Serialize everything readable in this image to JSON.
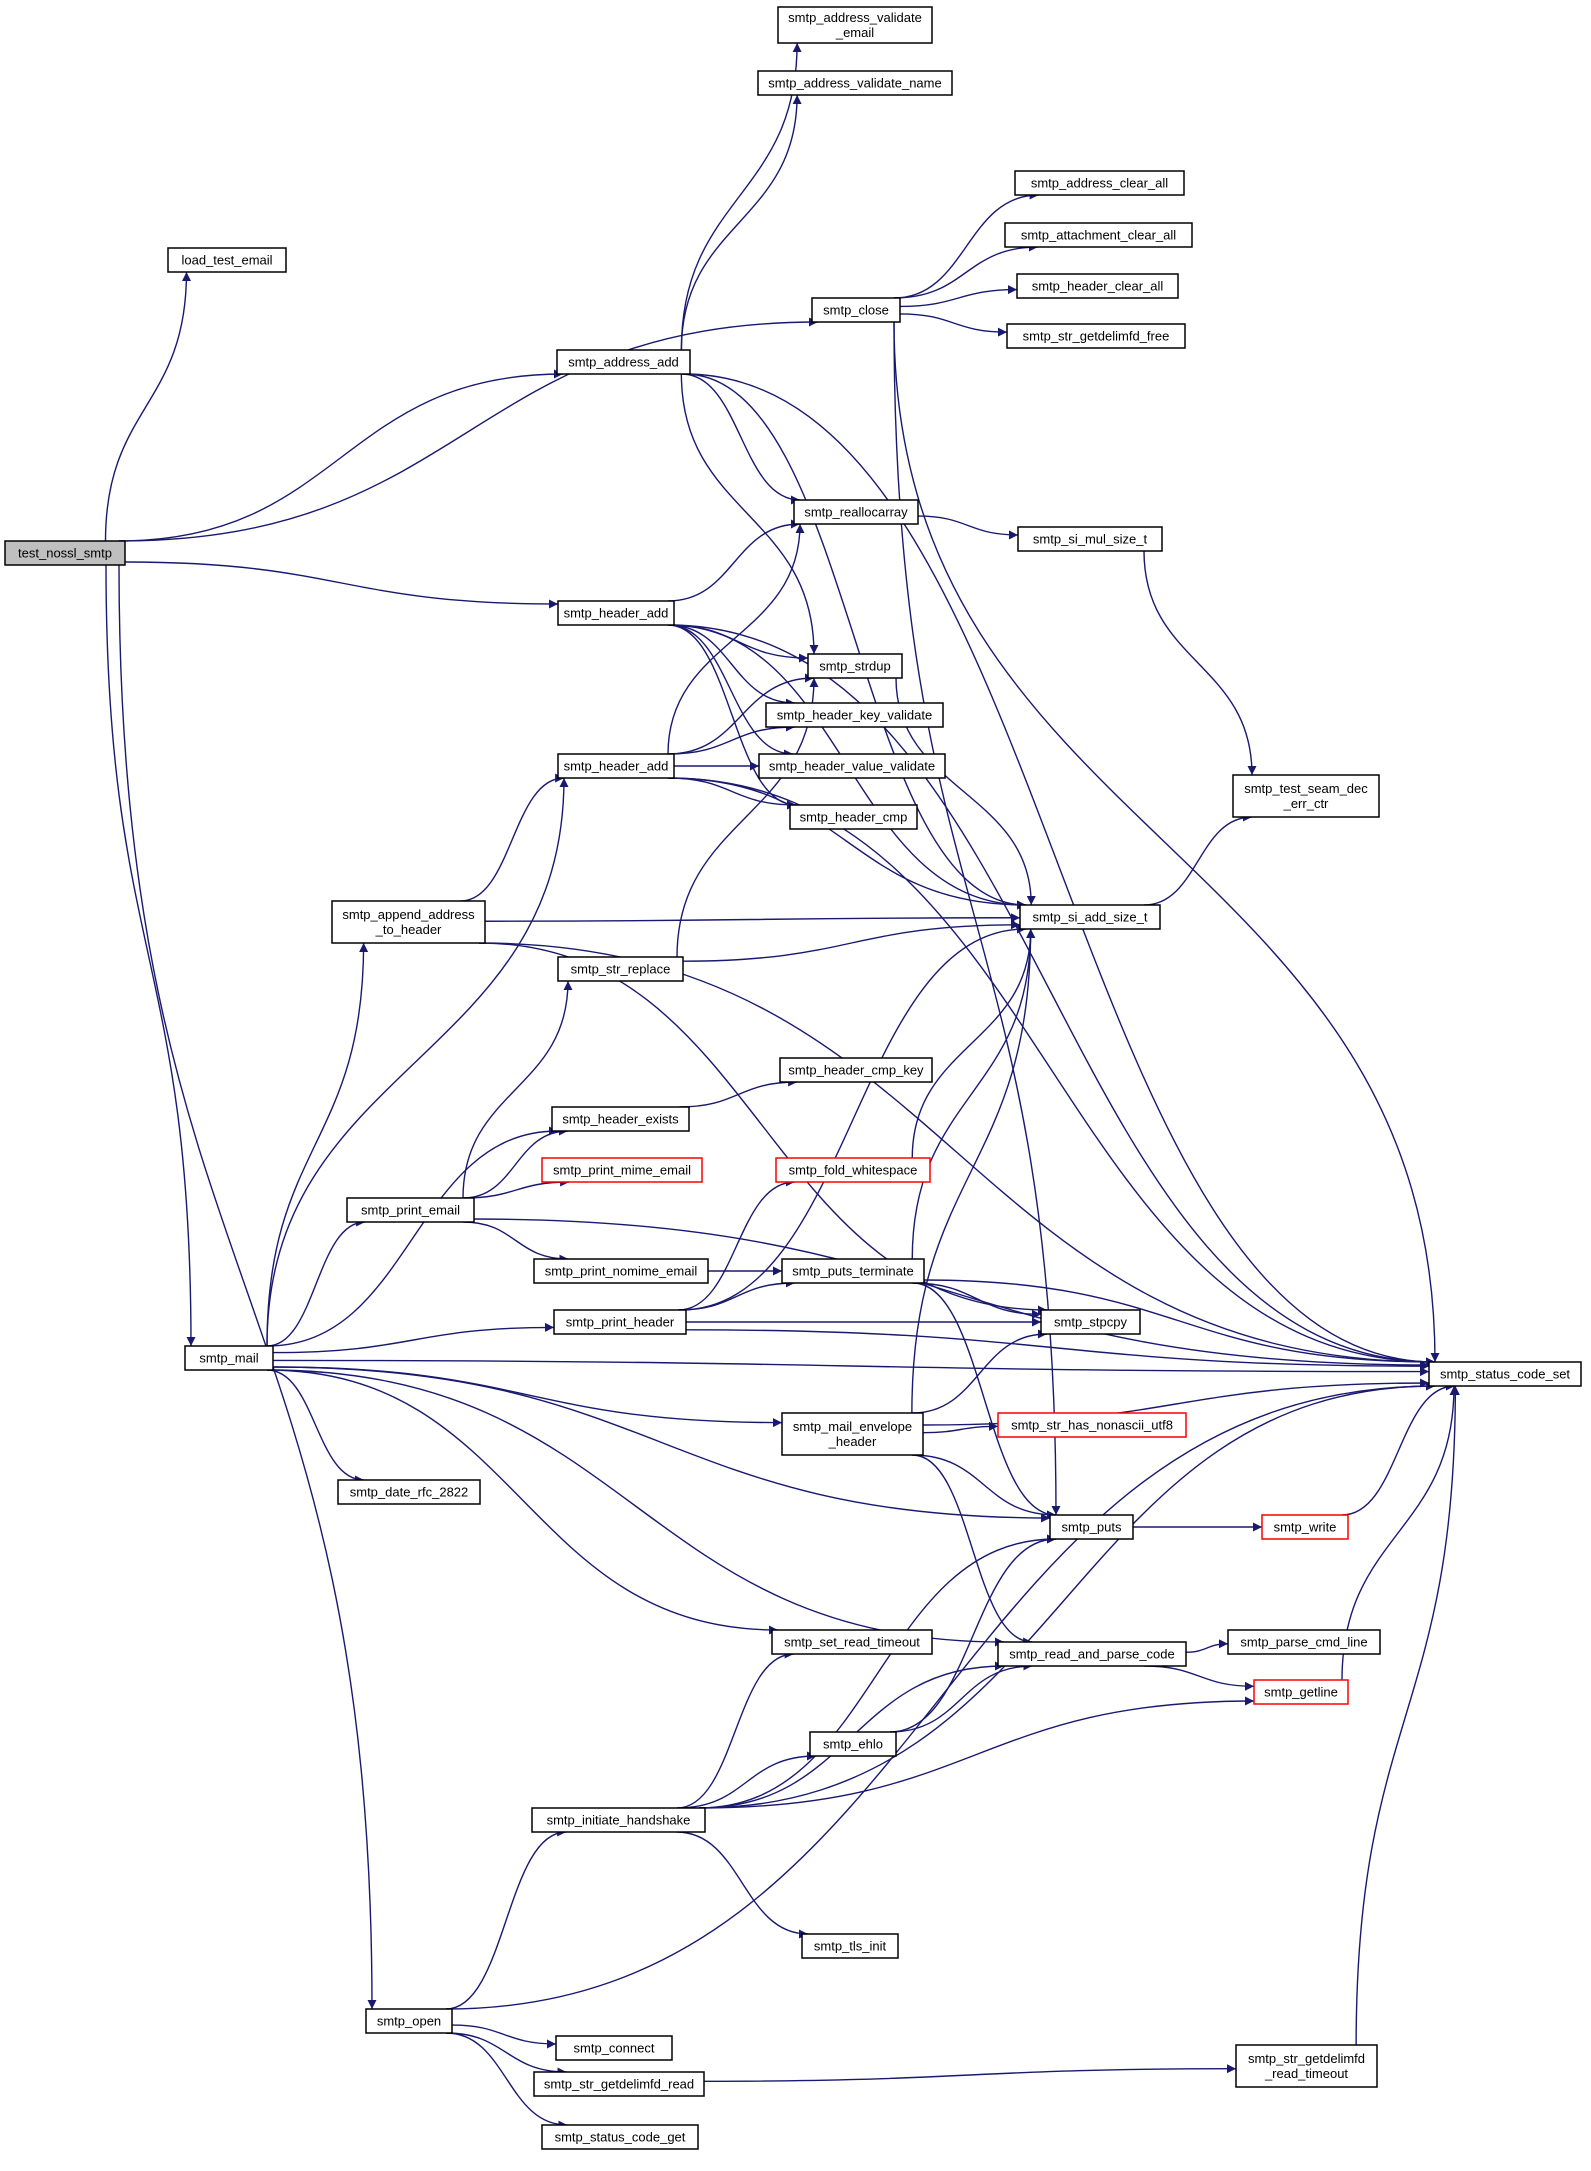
{
  "graph": {
    "edge_color": "#191970",
    "root_fill": "#bfbfbf",
    "truncated_border": "#ff0000",
    "nodes": [
      {
        "id": "test_nossl_smtp",
        "label": "test_nossl_smtp",
        "root": true
      },
      {
        "id": "load_test_email",
        "label": "load_test_email"
      },
      {
        "id": "smtp_address_validate_email",
        "label": "smtp_address_validate\n_email"
      },
      {
        "id": "smtp_address_validate_name",
        "label": "smtp_address_validate_name"
      },
      {
        "id": "smtp_address_clear_all",
        "label": "smtp_address_clear_all"
      },
      {
        "id": "smtp_attachment_clear_all",
        "label": "smtp_attachment_clear_all"
      },
      {
        "id": "smtp_header_clear_all",
        "label": "smtp_header_clear_all"
      },
      {
        "id": "smtp_close",
        "label": "smtp_close"
      },
      {
        "id": "smtp_str_getdelimfd_free",
        "label": "smtp_str_getdelimfd_free"
      },
      {
        "id": "smtp_address_add",
        "label": "smtp_address_add"
      },
      {
        "id": "smtp_reallocarray",
        "label": "smtp_reallocarray"
      },
      {
        "id": "smtp_si_mul_size_t",
        "label": "smtp_si_mul_size_t"
      },
      {
        "id": "smtp_header_add_1",
        "label": "smtp_header_add"
      },
      {
        "id": "smtp_strdup",
        "label": "smtp_strdup"
      },
      {
        "id": "smtp_header_key_validate",
        "label": "smtp_header_key_validate"
      },
      {
        "id": "smtp_header_add_2",
        "label": "smtp_header_add"
      },
      {
        "id": "smtp_header_value_validate",
        "label": "smtp_header_value_validate"
      },
      {
        "id": "smtp_header_cmp",
        "label": "smtp_header_cmp"
      },
      {
        "id": "smtp_test_seam_dec_err_ctr",
        "label": "smtp_test_seam_dec\n_err_ctr"
      },
      {
        "id": "smtp_append_address_to_header",
        "label": "smtp_append_address\n_to_header"
      },
      {
        "id": "smtp_si_add_size_t",
        "label": "smtp_si_add_size_t"
      },
      {
        "id": "smtp_str_replace",
        "label": "smtp_str_replace"
      },
      {
        "id": "smtp_header_cmp_key",
        "label": "smtp_header_cmp_key"
      },
      {
        "id": "smtp_header_exists",
        "label": "smtp_header_exists"
      },
      {
        "id": "smtp_print_mime_email",
        "label": "smtp_print_mime_email",
        "truncated": true
      },
      {
        "id": "smtp_fold_whitespace",
        "label": "smtp_fold_whitespace",
        "truncated": true
      },
      {
        "id": "smtp_print_email",
        "label": "smtp_print_email"
      },
      {
        "id": "smtp_print_nomime_email",
        "label": "smtp_print_nomime_email"
      },
      {
        "id": "smtp_puts_terminate",
        "label": "smtp_puts_terminate"
      },
      {
        "id": "smtp_print_header",
        "label": "smtp_print_header"
      },
      {
        "id": "smtp_stpcpy",
        "label": "smtp_stpcpy"
      },
      {
        "id": "smtp_mail",
        "label": "smtp_mail"
      },
      {
        "id": "smtp_status_code_set",
        "label": "smtp_status_code_set"
      },
      {
        "id": "smtp_mail_envelope_header",
        "label": "smtp_mail_envelope\n_header"
      },
      {
        "id": "smtp_str_has_nonascii_utf8",
        "label": "smtp_str_has_nonascii_utf8",
        "truncated": true
      },
      {
        "id": "smtp_date_rfc_2822",
        "label": "smtp_date_rfc_2822"
      },
      {
        "id": "smtp_puts",
        "label": "smtp_puts"
      },
      {
        "id": "smtp_write",
        "label": "smtp_write",
        "truncated": true
      },
      {
        "id": "smtp_set_read_timeout",
        "label": "smtp_set_read_timeout"
      },
      {
        "id": "smtp_parse_cmd_line",
        "label": "smtp_parse_cmd_line"
      },
      {
        "id": "smtp_read_and_parse_code",
        "label": "smtp_read_and_parse_code"
      },
      {
        "id": "smtp_getline",
        "label": "smtp_getline",
        "truncated": true
      },
      {
        "id": "smtp_ehlo",
        "label": "smtp_ehlo"
      },
      {
        "id": "smtp_initiate_handshake",
        "label": "smtp_initiate_handshake"
      },
      {
        "id": "smtp_tls_init",
        "label": "smtp_tls_init"
      },
      {
        "id": "smtp_open",
        "label": "smtp_open"
      },
      {
        "id": "smtp_connect",
        "label": "smtp_connect"
      },
      {
        "id": "smtp_str_getdelimfd_read_timeout",
        "label": "smtp_str_getdelimfd\n_read_timeout"
      },
      {
        "id": "smtp_str_getdelimfd_read",
        "label": "smtp_str_getdelimfd_read"
      },
      {
        "id": "smtp_status_code_get",
        "label": "smtp_status_code_get"
      }
    ],
    "edges": [
      [
        "test_nossl_smtp",
        "load_test_email"
      ],
      [
        "test_nossl_smtp",
        "smtp_close"
      ],
      [
        "test_nossl_smtp",
        "smtp_address_add"
      ],
      [
        "test_nossl_smtp",
        "smtp_header_add_1"
      ],
      [
        "test_nossl_smtp",
        "smtp_mail"
      ],
      [
        "test_nossl_smtp",
        "smtp_open"
      ],
      [
        "smtp_address_add",
        "smtp_address_validate_email"
      ],
      [
        "smtp_address_add",
        "smtp_address_validate_name"
      ],
      [
        "smtp_address_add",
        "smtp_status_code_set"
      ],
      [
        "smtp_address_add",
        "smtp_reallocarray"
      ],
      [
        "smtp_address_add",
        "smtp_strdup"
      ],
      [
        "smtp_address_add",
        "smtp_si_add_size_t"
      ],
      [
        "smtp_close",
        "smtp_address_clear_all"
      ],
      [
        "smtp_close",
        "smtp_attachment_clear_all"
      ],
      [
        "smtp_close",
        "smtp_header_clear_all"
      ],
      [
        "smtp_close",
        "smtp_str_getdelimfd_free"
      ],
      [
        "smtp_close",
        "smtp_status_code_set"
      ],
      [
        "smtp_close",
        "smtp_puts"
      ],
      [
        "smtp_reallocarray",
        "smtp_si_mul_size_t"
      ],
      [
        "smtp_si_mul_size_t",
        "smtp_test_seam_dec_err_ctr"
      ],
      [
        "smtp_si_add_size_t",
        "smtp_test_seam_dec_err_ctr"
      ],
      [
        "smtp_header_add_1",
        "smtp_reallocarray"
      ],
      [
        "smtp_header_add_1",
        "smtp_strdup"
      ],
      [
        "smtp_header_add_1",
        "smtp_header_key_validate"
      ],
      [
        "smtp_header_add_1",
        "smtp_header_value_validate"
      ],
      [
        "smtp_header_add_1",
        "smtp_header_cmp"
      ],
      [
        "smtp_header_add_1",
        "smtp_si_add_size_t"
      ],
      [
        "smtp_header_add_1",
        "smtp_status_code_set"
      ],
      [
        "smtp_header_add_2",
        "smtp_reallocarray"
      ],
      [
        "smtp_header_add_2",
        "smtp_strdup"
      ],
      [
        "smtp_header_add_2",
        "smtp_header_key_validate"
      ],
      [
        "smtp_header_add_2",
        "smtp_header_value_validate"
      ],
      [
        "smtp_header_add_2",
        "smtp_header_cmp"
      ],
      [
        "smtp_header_add_2",
        "smtp_si_add_size_t"
      ],
      [
        "smtp_header_add_2",
        "smtp_status_code_set"
      ],
      [
        "smtp_strdup",
        "smtp_si_add_size_t"
      ],
      [
        "smtp_append_address_to_header",
        "smtp_header_add_2"
      ],
      [
        "smtp_append_address_to_header",
        "smtp_si_add_size_t"
      ],
      [
        "smtp_append_address_to_header",
        "smtp_stpcpy"
      ],
      [
        "smtp_append_address_to_header",
        "smtp_status_code_set"
      ],
      [
        "smtp_str_replace",
        "smtp_si_add_size_t"
      ],
      [
        "smtp_str_replace",
        "smtp_strdup"
      ],
      [
        "smtp_header_exists",
        "smtp_header_cmp_key"
      ],
      [
        "smtp_print_email",
        "smtp_header_exists"
      ],
      [
        "smtp_print_email",
        "smtp_print_mime_email"
      ],
      [
        "smtp_print_email",
        "smtp_print_nomime_email"
      ],
      [
        "smtp_print_email",
        "smtp_str_replace"
      ],
      [
        "smtp_print_email",
        "smtp_status_code_set"
      ],
      [
        "smtp_print_nomime_email",
        "smtp_puts_terminate"
      ],
      [
        "smtp_print_header",
        "smtp_fold_whitespace"
      ],
      [
        "smtp_print_header",
        "smtp_puts_terminate"
      ],
      [
        "smtp_print_header",
        "smtp_stpcpy"
      ],
      [
        "smtp_print_header",
        "smtp_si_add_size_t"
      ],
      [
        "smtp_print_header",
        "smtp_status_code_set"
      ],
      [
        "smtp_fold_whitespace",
        "smtp_si_add_size_t"
      ],
      [
        "smtp_puts_terminate",
        "smtp_si_add_size_t"
      ],
      [
        "smtp_puts_terminate",
        "smtp_stpcpy"
      ],
      [
        "smtp_puts_terminate",
        "smtp_puts"
      ],
      [
        "smtp_puts_terminate",
        "smtp_status_code_set"
      ],
      [
        "smtp_mail",
        "smtp_header_add_2"
      ],
      [
        "smtp_mail",
        "smtp_append_address_to_header"
      ],
      [
        "smtp_mail",
        "smtp_header_exists"
      ],
      [
        "smtp_mail",
        "smtp_print_email"
      ],
      [
        "smtp_mail",
        "smtp_print_header"
      ],
      [
        "smtp_mail",
        "smtp_mail_envelope_header"
      ],
      [
        "smtp_mail",
        "smtp_date_rfc_2822"
      ],
      [
        "smtp_mail",
        "smtp_puts"
      ],
      [
        "smtp_mail",
        "smtp_status_code_set"
      ],
      [
        "smtp_mail",
        "smtp_read_and_parse_code"
      ],
      [
        "smtp_mail",
        "smtp_set_read_timeout"
      ],
      [
        "smtp_mail_envelope_header",
        "smtp_si_add_size_t"
      ],
      [
        "smtp_mail_envelope_header",
        "smtp_stpcpy"
      ],
      [
        "smtp_mail_envelope_header",
        "smtp_str_has_nonascii_utf8"
      ],
      [
        "smtp_mail_envelope_header",
        "smtp_status_code_set"
      ],
      [
        "smtp_mail_envelope_header",
        "smtp_puts"
      ],
      [
        "smtp_mail_envelope_header",
        "smtp_read_and_parse_code"
      ],
      [
        "smtp_puts",
        "smtp_write"
      ],
      [
        "smtp_write",
        "smtp_status_code_set"
      ],
      [
        "smtp_read_and_parse_code",
        "smtp_parse_cmd_line"
      ],
      [
        "smtp_read_and_parse_code",
        "smtp_getline"
      ],
      [
        "smtp_getline",
        "smtp_status_code_set"
      ],
      [
        "smtp_ehlo",
        "smtp_puts"
      ],
      [
        "smtp_ehlo",
        "smtp_read_and_parse_code"
      ],
      [
        "smtp_initiate_handshake",
        "smtp_set_read_timeout"
      ],
      [
        "smtp_initiate_handshake",
        "smtp_puts"
      ],
      [
        "smtp_initiate_handshake",
        "smtp_ehlo"
      ],
      [
        "smtp_initiate_handshake",
        "smtp_read_and_parse_code"
      ],
      [
        "smtp_initiate_handshake",
        "smtp_getline"
      ],
      [
        "smtp_initiate_handshake",
        "smtp_status_code_set"
      ],
      [
        "smtp_initiate_handshake",
        "smtp_tls_init"
      ],
      [
        "smtp_open",
        "smtp_initiate_handshake"
      ],
      [
        "smtp_open",
        "smtp_status_code_set"
      ],
      [
        "smtp_open",
        "smtp_connect"
      ],
      [
        "smtp_open",
        "smtp_str_getdelimfd_read"
      ],
      [
        "smtp_open",
        "smtp_status_code_get"
      ],
      [
        "smtp_str_getdelimfd_read",
        "smtp_str_getdelimfd_read_timeout"
      ],
      [
        "smtp_str_getdelimfd_read_timeout",
        "smtp_status_code_set"
      ]
    ]
  }
}
